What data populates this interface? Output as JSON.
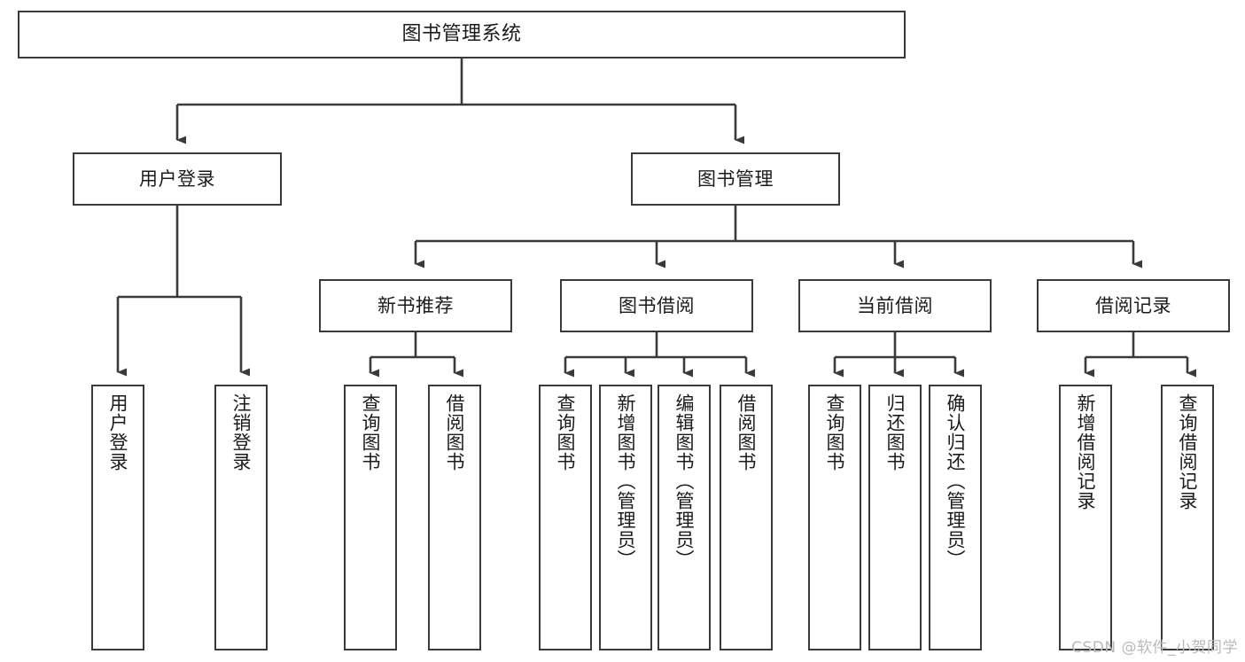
{
  "diagram": {
    "title": "图书管理系统",
    "type": "tree-hierarchy-diagram",
    "watermark": "CSDN @软件_小贺同学",
    "colors": {
      "box_border": "#3a3a3a",
      "box_fill": "#ffffff",
      "connector": "#3a3a3a",
      "text": "#1b1b1b",
      "watermark": "#b9b9b9",
      "background": "#ffffff"
    },
    "root": {
      "label": "图书管理系统"
    },
    "level1": [
      {
        "label": "用户登录"
      },
      {
        "label": "图书管理"
      }
    ],
    "level2": [
      {
        "label": "新书推荐"
      },
      {
        "label": "图书借阅"
      },
      {
        "label": "当前借阅"
      },
      {
        "label": "借阅记录"
      }
    ],
    "leaves": {
      "user_login": [
        {
          "label": "用户登录"
        },
        {
          "label": "注销登录"
        }
      ],
      "new_book_recommend": [
        {
          "label": "查询图书"
        },
        {
          "label": "借阅图书"
        }
      ],
      "book_borrow": [
        {
          "label": "查询图书"
        },
        {
          "label": "新增图书（管理员）"
        },
        {
          "label": "编辑图书（管理员）"
        },
        {
          "label": "借阅图书"
        }
      ],
      "current_borrow": [
        {
          "label": "查询图书"
        },
        {
          "label": "归还图书"
        },
        {
          "label": "确认归还（管理员）"
        }
      ],
      "borrow_record": [
        {
          "label": "新增借阅记录"
        },
        {
          "label": "查询借阅记录"
        }
      ]
    }
  }
}
